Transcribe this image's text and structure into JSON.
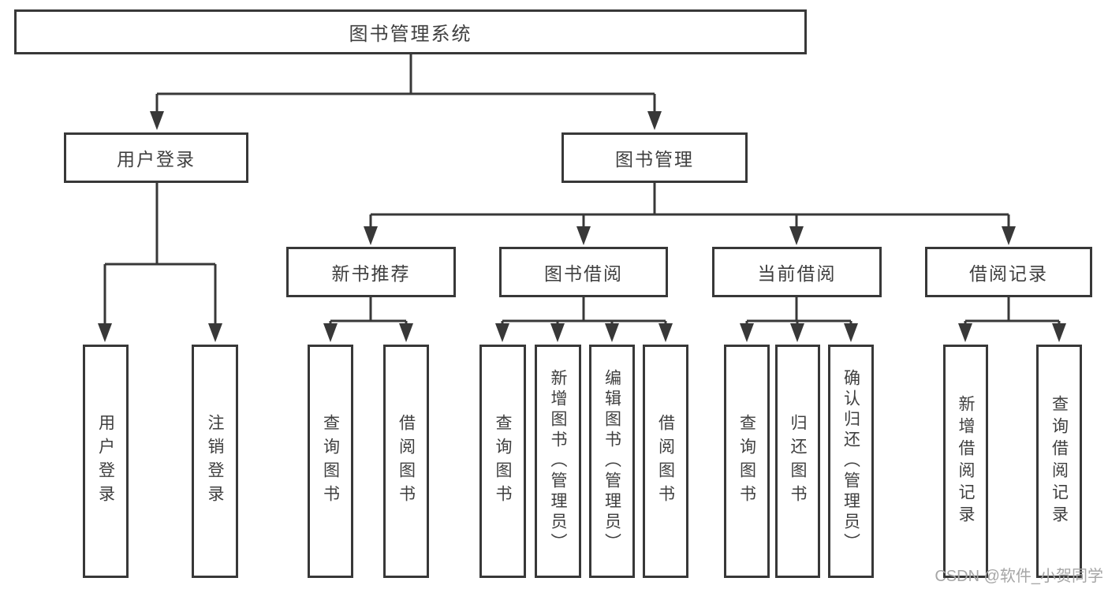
{
  "colors": {
    "line": "#383838",
    "text": "#3f3f3f",
    "watermark": "#a6a6a6",
    "bg": "#ffffff"
  },
  "watermark": "CSDN @软件_小贺同学",
  "tree": {
    "root": {
      "label": "图书管理系统",
      "children": [
        {
          "label": "用户登录",
          "children": [
            {
              "label": "用户登录"
            },
            {
              "label": "注销登录"
            }
          ]
        },
        {
          "label": "图书管理",
          "children": [
            {
              "label": "新书推荐",
              "children": [
                {
                  "label": "查询图书"
                },
                {
                  "label": "借阅图书"
                }
              ]
            },
            {
              "label": "图书借阅",
              "children": [
                {
                  "label": "查询图书"
                },
                {
                  "label": "新增图书（管理员）"
                },
                {
                  "label": "编辑图书（管理员）"
                },
                {
                  "label": "借阅图书"
                }
              ]
            },
            {
              "label": "当前借阅",
              "children": [
                {
                  "label": "查询图书"
                },
                {
                  "label": "归还图书"
                },
                {
                  "label": "确认归还（管理员）"
                }
              ]
            },
            {
              "label": "借阅记录",
              "children": [
                {
                  "label": "新增借阅记录"
                },
                {
                  "label": "查询借阅记录"
                }
              ]
            }
          ]
        }
      ]
    }
  }
}
